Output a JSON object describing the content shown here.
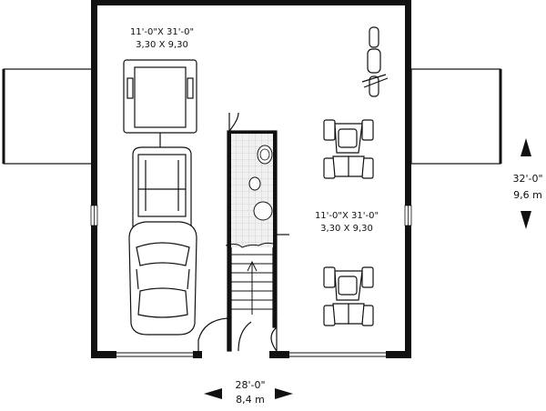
{
  "rooms": {
    "left_bay": {
      "dims_imperial": "11'-0\"X 31'-0\"",
      "dims_metric": "3,30 X 9,30"
    },
    "right_bay": {
      "dims_imperial": "11'-0\"X 31'-0\"",
      "dims_metric": "3,30 X 9,30"
    }
  },
  "dimensions": {
    "width": {
      "imperial": "28'-0\"",
      "metric": "8,4 m"
    },
    "depth": {
      "imperial": "32'-0\"",
      "metric": "9,6 m"
    }
  },
  "vehicles": [
    "trailer",
    "pickup-truck",
    "sedan",
    "motorcycle",
    "atv",
    "atv"
  ],
  "colors": {
    "line": "#111111",
    "tile": "#e6e6e6",
    "background": "#ffffff"
  }
}
